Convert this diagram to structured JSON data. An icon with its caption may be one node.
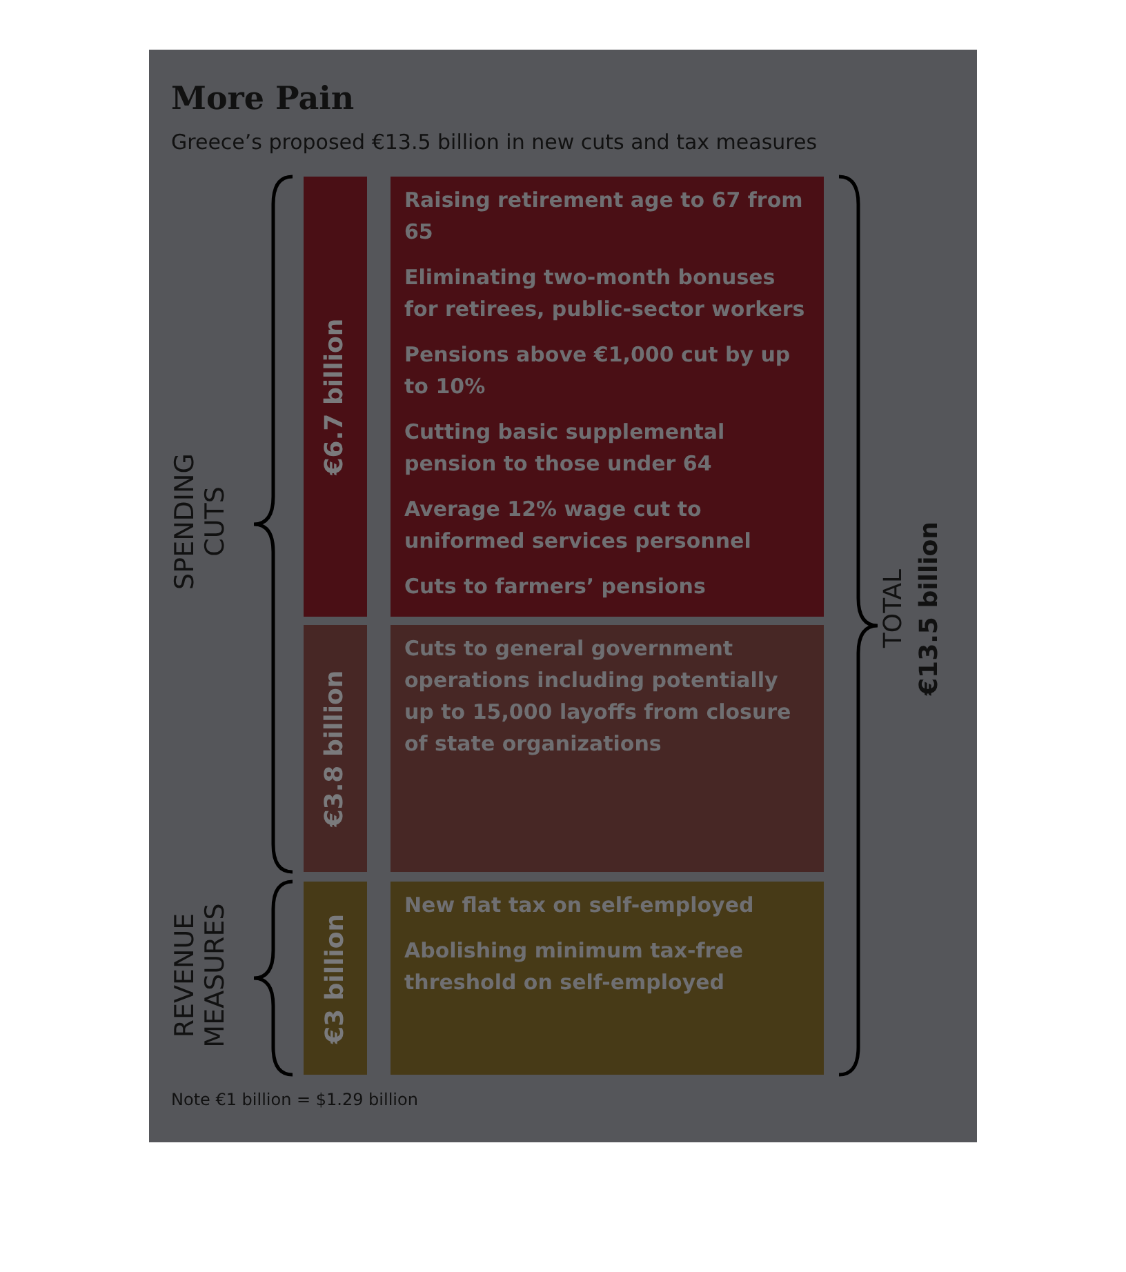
{
  "diagram": {
    "title": "More Pain",
    "nodes": [
      {
        "text": [
          "€6.7 billion"
        ]
      },
      {
        "text": [
          "Raising retirement age to 67 from 65",
          "Eliminating two-month bonuses for retirees, public-sector workers",
          "Pensions above €1,000 cut by up to 10%",
          "Cutting basic supplemental pension to those under 64",
          "Average 12% wage cut to uniformed services personnel",
          "Cuts to farmers’ pensions"
        ]
      },
      {
        "text": [
          "€3.8 billion"
        ]
      },
      {
        "text": [
          "Cuts to general government operations including potentially up to 15,000 layoffs from closure of state organizations"
        ]
      },
      {
        "text": [
          "€3 billion"
        ]
      },
      {
        "text": [
          "New flat tax on self-employed",
          "Abolishing minimum tax-free threshold on self-employed"
        ]
      }
    ],
    "labels": [
      "Greece’s proposed €13.5 billion in new cuts and tax measures",
      "SPENDING CUTS",
      "REVENUE MEASURES",
      "TOTAL",
      "€13.5 billion",
      "Note €1 billion = $1.29 billion"
    ]
  }
}
